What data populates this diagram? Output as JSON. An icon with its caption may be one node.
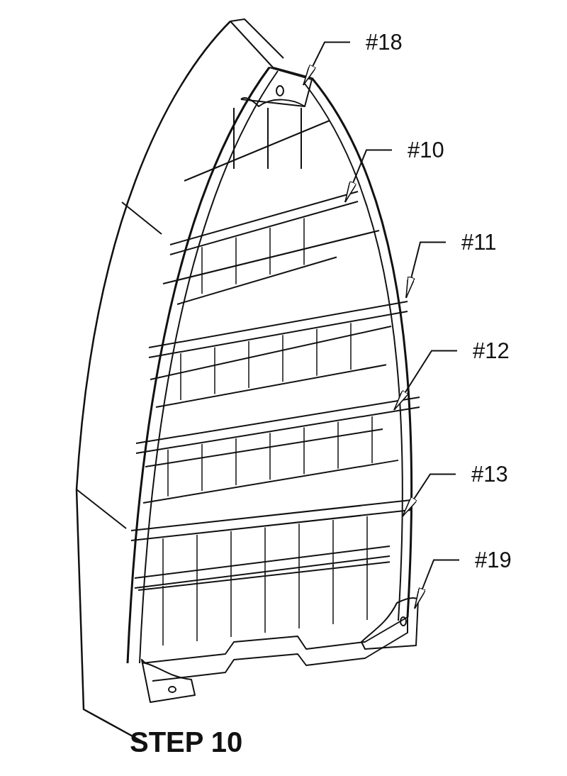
{
  "diagram": {
    "title": "STEP 10",
    "nodes": [
      {
        "text": [
          "#18"
        ]
      },
      {
        "text": [
          "#10"
        ]
      },
      {
        "text": [
          "#11"
        ]
      },
      {
        "text": [
          "#12"
        ]
      },
      {
        "text": [
          "#13"
        ]
      },
      {
        "text": [
          "#19"
        ]
      }
    ],
    "edges": [
      {
        "from": 0,
        "to": null,
        "arrow": "to"
      },
      {
        "from": 1,
        "to": null,
        "arrow": "to"
      },
      {
        "from": 2,
        "to": null,
        "arrow": "to"
      },
      {
        "from": 3,
        "to": null,
        "arrow": "to"
      },
      {
        "from": 4,
        "to": null,
        "arrow": "to"
      },
      {
        "from": 5,
        "to": null,
        "arrow": "to"
      }
    ]
  }
}
